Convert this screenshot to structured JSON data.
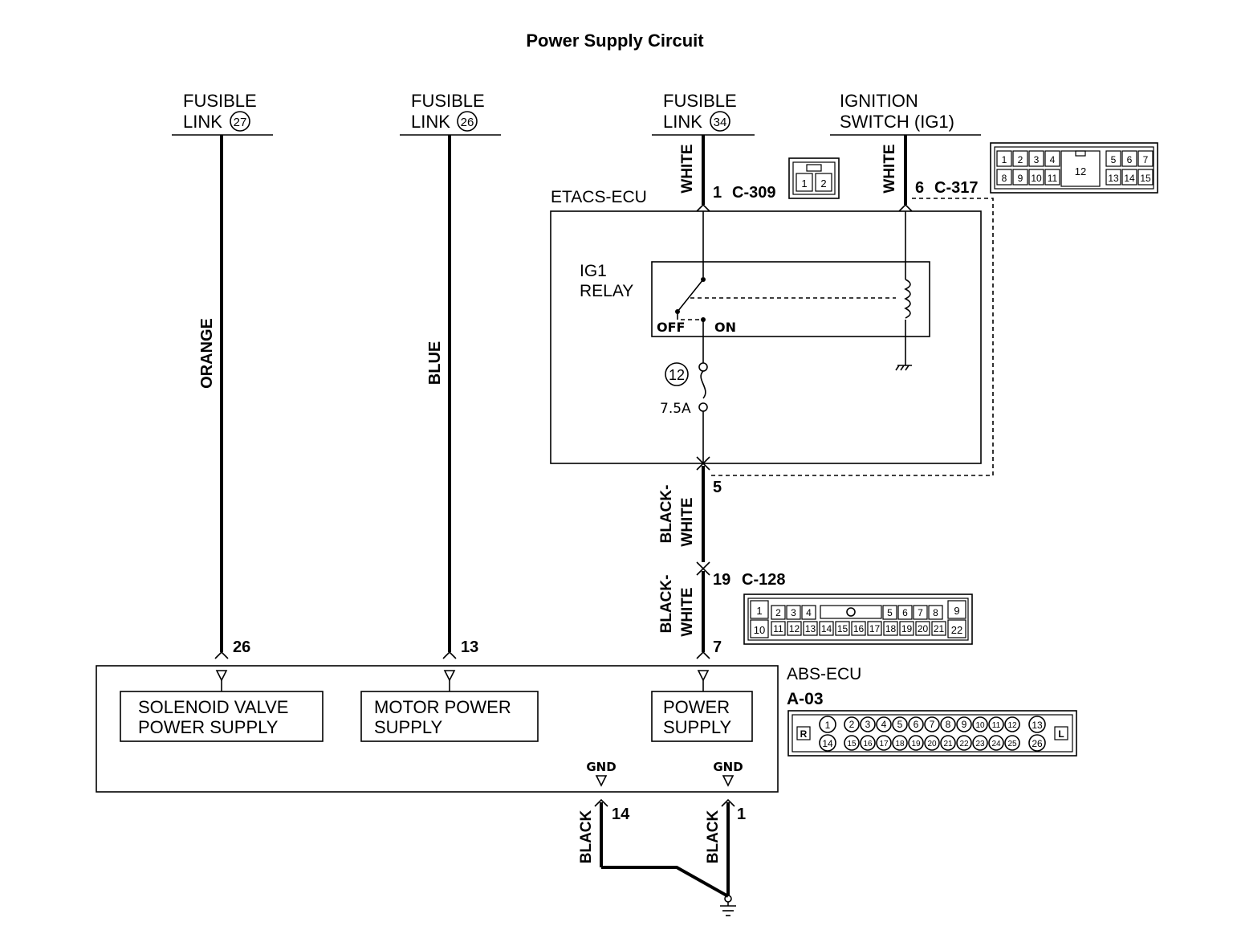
{
  "title": "Power Supply Circuit",
  "sources": {
    "fl27": {
      "line1": "FUSIBLE",
      "line2": "LINK",
      "num": "27"
    },
    "fl26": {
      "line1": "FUSIBLE",
      "line2": "LINK",
      "num": "26"
    },
    "fl34": {
      "line1": "FUSIBLE",
      "line2": "LINK",
      "num": "34"
    },
    "ign": {
      "line1": "IGNITION",
      "line2": "SWITCH (IG1)"
    }
  },
  "wires": {
    "orange": "ORANGE",
    "blue": "BLUE",
    "white1": "WHITE",
    "white2": "WHITE",
    "bw1_a": "BLACK-",
    "bw1_b": "WHITE",
    "bw2_a": "BLACK-",
    "bw2_b": "WHITE",
    "black1": "BLACK",
    "black2": "BLACK"
  },
  "connectors": {
    "c309": {
      "pin": "1",
      "name": "C-309",
      "pins": [
        "1",
        "2"
      ]
    },
    "c317": {
      "pin": "6",
      "name": "C-317",
      "top": [
        "1",
        "2",
        "3",
        "4",
        "5",
        "6",
        "7"
      ],
      "bottom": [
        "8",
        "9",
        "10",
        "11",
        "13",
        "14",
        "15"
      ],
      "mid": "12"
    },
    "etacs_out_pin": "5",
    "c128": {
      "pin": "19",
      "name": "C-128",
      "top": [
        "2",
        "3",
        "4",
        "5",
        "6",
        "7",
        "8"
      ],
      "bottom": [
        "11",
        "12",
        "13",
        "14",
        "15",
        "16",
        "17",
        "18",
        "19",
        "20",
        "21"
      ],
      "left_top": "1",
      "left_bottom": "10",
      "right_top": "9",
      "right_bottom": "22"
    },
    "abs_pins": {
      "p26": "26",
      "p13": "13",
      "p7": "7",
      "p14": "14",
      "p1": "1"
    },
    "a03": {
      "top": [
        "2",
        "3",
        "4",
        "5",
        "6",
        "7",
        "8",
        "9",
        "10",
        "11",
        "12"
      ],
      "bottom": [
        "15",
        "16",
        "17",
        "18",
        "19",
        "20",
        "21",
        "22",
        "23",
        "24",
        "25"
      ],
      "left_top": "1",
      "left_bottom": "14",
      "right_top": "13",
      "right_bottom": "26",
      "r": "R",
      "l": "L"
    }
  },
  "etacs": {
    "label": "ETACS-ECU",
    "relay_line1": "IG1",
    "relay_line2": "RELAY",
    "off": "OFF",
    "on": "ON",
    "fuse_num": "12",
    "fuse_rating": "7.5A"
  },
  "abs": {
    "label": "ABS-ECU",
    "code": "A-03",
    "solenoid_l1": "SOLENOID VALVE",
    "solenoid_l2": "POWER SUPPLY",
    "motor_l1": "MOTOR POWER",
    "motor_l2": "SUPPLY",
    "power_l1": "POWER",
    "power_l2": "SUPPLY",
    "gnd1": "GND",
    "gnd2": "GND"
  }
}
